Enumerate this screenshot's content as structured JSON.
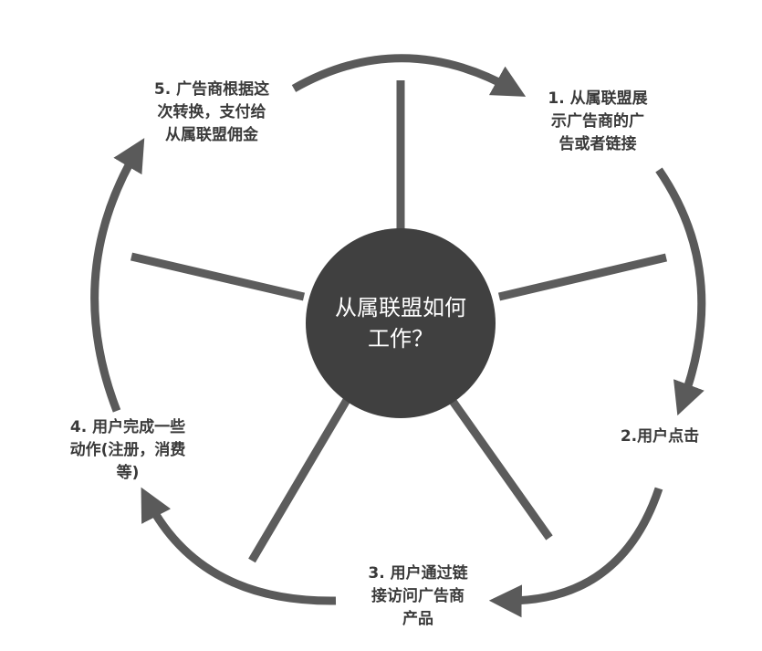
{
  "center": {
    "text": "从属联盟如何\n工作？"
  },
  "steps": [
    {
      "id": "step-1",
      "text": "1. 从属联盟展\n示广告商的广\n告或者链接"
    },
    {
      "id": "step-2",
      "text": "2.用户点击"
    },
    {
      "id": "step-3",
      "text": "3. 用户通过链\n接访问广告商\n产品"
    },
    {
      "id": "step-4",
      "text": "4. 用户完成一些\n动作(注册，消费\n等)"
    },
    {
      "id": "step-5",
      "text": "5. 广告商根据这\n次转换，支付给\n从属联盟佣金"
    }
  ],
  "colors": {
    "hub": "#404040",
    "spoke": "#5c5c5c",
    "arrow": "#5a5a5a",
    "label": "#3a3a3a"
  }
}
